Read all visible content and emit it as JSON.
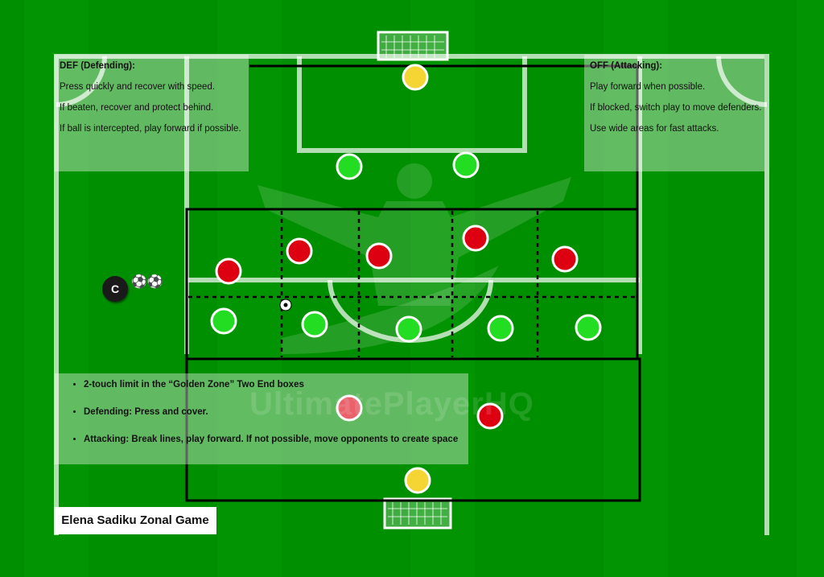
{
  "diagram": {
    "title": "Elena Sadiku Zonal Game",
    "watermark": "UltimatePlayerHQ",
    "defending": {
      "heading": "DEF (Defending):",
      "lines": [
        "Press quickly and recover with speed.",
        "If beaten, recover and protect behind.",
        "If ball is intercepted, play forward if possible."
      ]
    },
    "attacking": {
      "heading": "OFF (Attacking):",
      "lines": [
        "Play forward when possible.",
        "If blocked, switch play to move defenders.",
        "Use wide areas for fast attacks."
      ]
    },
    "rules": [
      "2-touch limit in the “Golden Zone”  Two End boxes",
      "Defending: Press and cover.",
      "Attacking: Break lines, play forward. If not possible, move opponents to create space"
    ],
    "coach_label": "C",
    "colors": {
      "pitch": "#008f00",
      "team_green": "#22dd22",
      "team_red": "#dd0010",
      "goalkeeper": "#f5d533"
    }
  }
}
